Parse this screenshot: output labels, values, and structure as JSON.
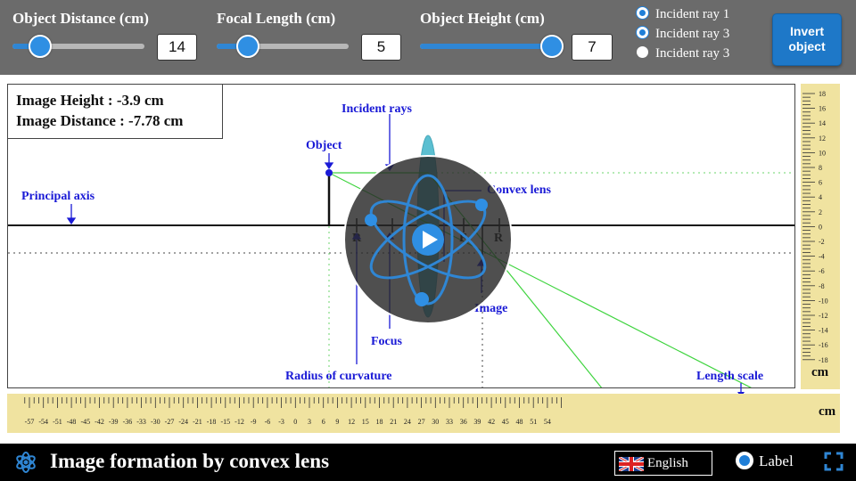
{
  "controls": {
    "object_distance": {
      "label": "Object Distance (cm)",
      "value": "14",
      "fraction": 0.12
    },
    "focal_length": {
      "label": "Focal Length (cm)",
      "value": "5",
      "fraction": 0.12
    },
    "object_height": {
      "label": "Object Height (cm)",
      "value": "7",
      "fraction": 0.97
    },
    "rays": [
      {
        "label": "Incident ray 1",
        "selected": true
      },
      {
        "label": "Incident ray 3",
        "selected": true
      },
      {
        "label": "Incident ray 3",
        "selected": false
      }
    ],
    "invert_button": {
      "line1": "Invert",
      "line2": "object"
    }
  },
  "readout": {
    "image_height": "Image Height : -3.9 cm",
    "image_distance": "Image Distance : -7.78 cm"
  },
  "labels": {
    "principal_axis": "Principal axis",
    "object": "Object",
    "incident_rays": "Incident rays",
    "convex_lens": "Convex lens",
    "image": "Image",
    "focus": "Focus",
    "radius_of_curvature": "Radius of curvature",
    "length_scale": "Length scale",
    "r_left": "R",
    "r_right": "R",
    "f_right": "F"
  },
  "scales": {
    "unit": "cm",
    "vertical_ticks": [
      "18",
      "16",
      "14",
      "12",
      "10",
      "8",
      "6",
      "4",
      "2",
      "0",
      "-2",
      "-4",
      "-6",
      "-8",
      "-10",
      "-12",
      "-14",
      "-16",
      "-18"
    ],
    "horizontal_ticks": [
      "-57",
      "-54",
      "-51",
      "-48",
      "-45",
      "-42",
      "-39",
      "-36",
      "-33",
      "-30",
      "-27",
      "-24",
      "-21",
      "-18",
      "-15",
      "-12",
      "-9",
      "-6",
      "-3",
      "0",
      "3",
      "6",
      "9",
      "12",
      "15",
      "18",
      "21",
      "24",
      "27",
      "30",
      "33",
      "36",
      "39",
      "42",
      "45",
      "48",
      "51",
      "54"
    ]
  },
  "footer": {
    "title": "Image formation by convex lens",
    "language": "English",
    "label_toggle": "Label"
  },
  "icons": {
    "app": "atom-icon",
    "flag": "uk-flag-icon",
    "fullscreen": "fullscreen-icon",
    "play": "play-icon"
  },
  "colors": {
    "toolbar": "#6b6b6b",
    "accent": "#2f86d4",
    "annotation": "#1a1ad6",
    "ray": "#3fd43f",
    "scale": "#f0e3a0",
    "lens": "#5bbfd1"
  }
}
